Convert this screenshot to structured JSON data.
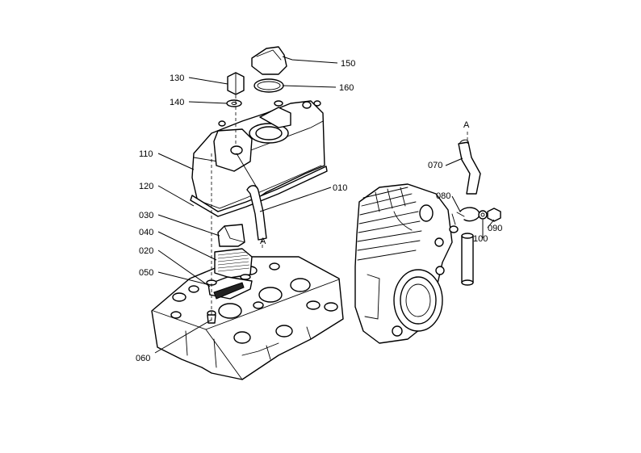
{
  "diagram": {
    "parts": [
      {
        "id": "150",
        "label": "150"
      },
      {
        "id": "160",
        "label": "160"
      },
      {
        "id": "130",
        "label": "130"
      },
      {
        "id": "140",
        "label": "140"
      },
      {
        "id": "110",
        "label": "110"
      },
      {
        "id": "120",
        "label": "120"
      },
      {
        "id": "030",
        "label": "030"
      },
      {
        "id": "040",
        "label": "040"
      },
      {
        "id": "020",
        "label": "020"
      },
      {
        "id": "050",
        "label": "050"
      },
      {
        "id": "060",
        "label": "060"
      },
      {
        "id": "010",
        "label": "010"
      },
      {
        "id": "070",
        "label": "070"
      },
      {
        "id": "080",
        "label": "080"
      },
      {
        "id": "090",
        "label": "090"
      },
      {
        "id": "100",
        "label": "100"
      }
    ],
    "markers": {
      "a_top": "A",
      "a_hose": "A"
    }
  }
}
